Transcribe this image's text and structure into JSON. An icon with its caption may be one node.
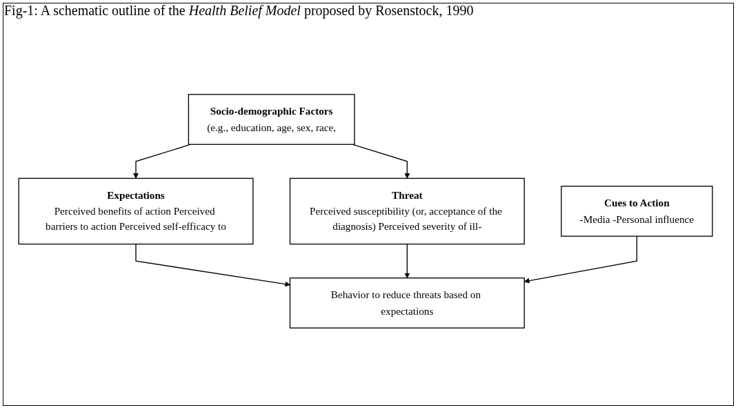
{
  "diagram": {
    "title": "Fig-1: A schematic outline of the *Health Belief Model* proposed by Rosenstock, 1990",
    "nodes": [
      {
        "text": [
          "Socio-demographic Factors",
          "(e.g., education, age, sex, race,"
        ]
      },
      {
        "text": [
          "Expectations",
          "Perceived benefits of action Perceived barriers to action Perceived self-efficacy to"
        ]
      },
      {
        "text": [
          "Threat",
          "Perceived susceptibility (or, acceptance of the diagnosis) Perceived severity of ill-"
        ]
      },
      {
        "text": [
          "Cues to Action",
          "-Media -Personal influence"
        ]
      },
      {
        "text": [
          "Behavior to reduce threats based on expectations"
        ]
      }
    ],
    "edges": [
      {
        "from": 0,
        "to": 1,
        "arrow": "to"
      },
      {
        "from": 0,
        "to": 2,
        "arrow": "to"
      },
      {
        "from": 1,
        "to": 4,
        "arrow": "to"
      },
      {
        "from": 2,
        "to": 4,
        "arrow": "to"
      },
      {
        "from": 3,
        "to": 4,
        "arrow": "to"
      }
    ]
  }
}
